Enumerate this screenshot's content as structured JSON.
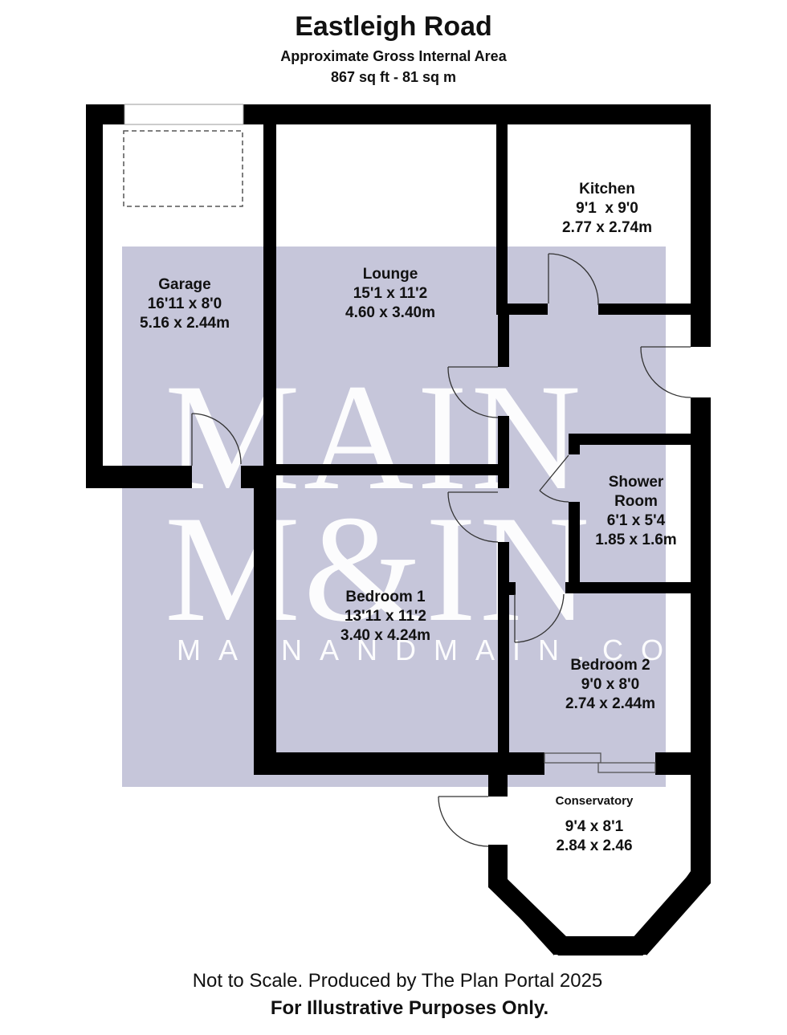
{
  "header": {
    "title": "Eastleigh Road",
    "subtitle": "Approximate Gross Internal Area",
    "area": "867 sq ft - 81 sq m"
  },
  "watermark": {
    "line1": "MAIN",
    "line2": "M&IN",
    "url": "MAINANDMAIN.CO.UK",
    "color": "#c6c6da"
  },
  "rooms": [
    {
      "name": "Garage",
      "imperial": "16'11 x 8'0",
      "metric": "5.16 x 2.44m"
    },
    {
      "name": "Lounge",
      "imperial": "15'1 x 11'2",
      "metric": "4.60 x 3.40m"
    },
    {
      "name": "Kitchen",
      "imperial": "9'1  x 9'0",
      "metric": "2.77 x 2.74m"
    },
    {
      "name": "Shower",
      "name2": "Room",
      "imperial": "6'1 x 5'4",
      "metric": "1.85 x 1.6m"
    },
    {
      "name": "Bedroom 1",
      "imperial": "13'11 x 11'2",
      "metric": "3.40 x 4.24m"
    },
    {
      "name": "Bedroom 2",
      "imperial": "9'0 x 8'0",
      "metric": "2.74 x 2.44m"
    },
    {
      "name": "Conservatory",
      "imperial": "9'4 x 8'1",
      "metric": "2.84 x 2.46"
    }
  ],
  "footer": {
    "note": "Not to Scale. Produced by The Plan Portal 2025",
    "disclaimer": "For Illustrative Purposes Only."
  }
}
